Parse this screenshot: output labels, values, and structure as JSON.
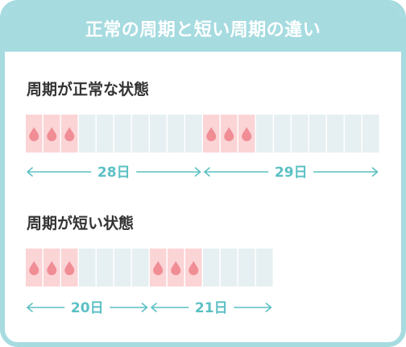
{
  "title": "正常の周期と短い周期の違い",
  "colors": {
    "accent": "#a6dbe0",
    "period_cell": "#fbd4d6",
    "normal_cell": "#e6eff1",
    "drop": "#f08d95",
    "arrow": "#5cc0c4"
  },
  "icons": {
    "period_day": "blood-drop-icon"
  },
  "sections": [
    {
      "title": "周期が正常な状態",
      "cycles": [
        {
          "length_days": 28,
          "period_days": 3,
          "label": "28日"
        },
        {
          "length_days": 29,
          "period_days": 3,
          "label": "29日"
        }
      ]
    },
    {
      "title": "周期が短い状態",
      "cycles": [
        {
          "length_days": 20,
          "period_days": 3,
          "label": "20日"
        },
        {
          "length_days": 21,
          "period_days": 3,
          "label": "21日"
        }
      ]
    }
  ]
}
